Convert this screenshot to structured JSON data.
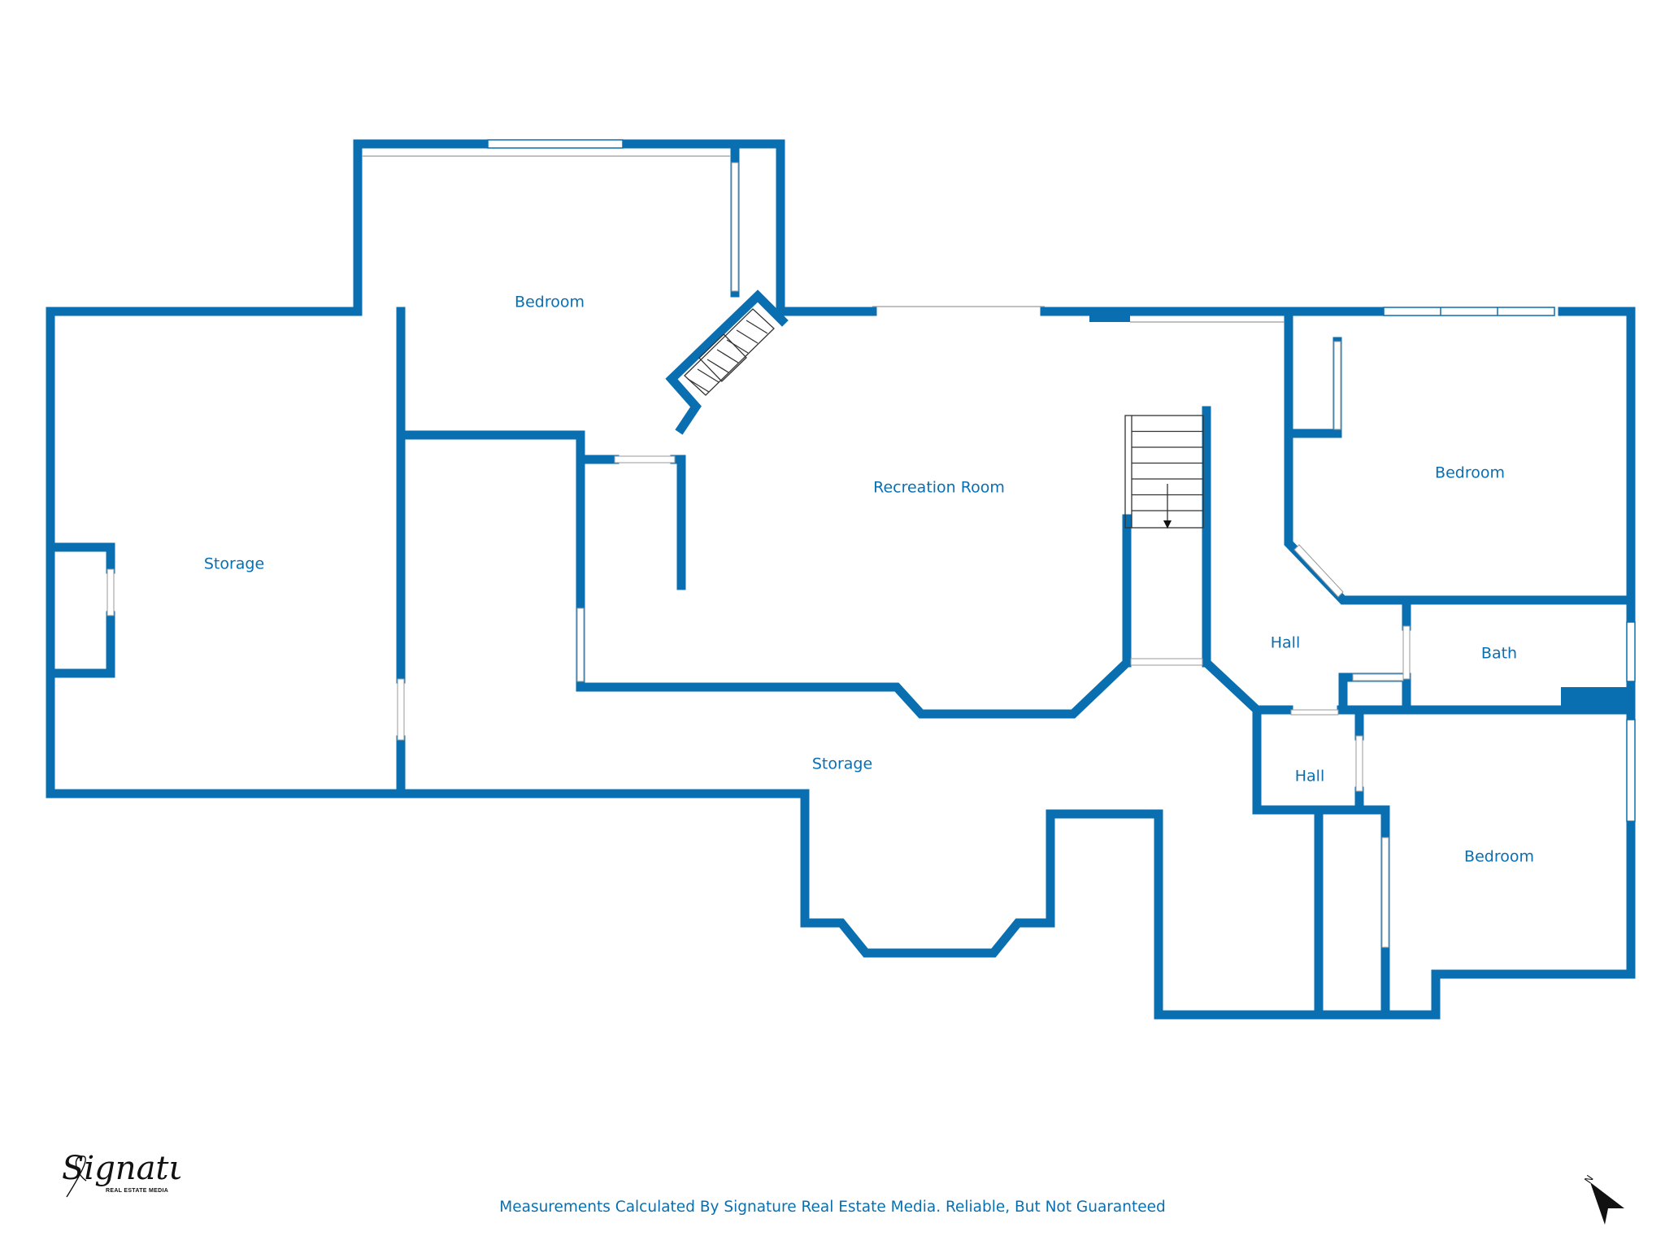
{
  "colors": {
    "wall": "#0a6fb0",
    "label": "#0a6fb0",
    "background": "#ffffff",
    "ink": "#111111"
  },
  "rooms": {
    "bedroom_top": "Bedroom",
    "storage_left": "Storage",
    "recreation": "Recreation Room",
    "bedroom_right_top": "Bedroom",
    "hall_upper": "Hall",
    "bath": "Bath",
    "storage_bottom": "Storage",
    "hall_lower": "Hall",
    "bedroom_right_bottom": "Bedroom"
  },
  "footer": {
    "disclaimer": "Measurements Calculated By Signature Real Estate Media. Reliable, But Not Guaranteed"
  },
  "logo": {
    "name": "Signature",
    "tagline": "REAL ESTATE MEDIA"
  },
  "compass": {
    "letter": "N",
    "icon": "north-arrow-icon"
  }
}
